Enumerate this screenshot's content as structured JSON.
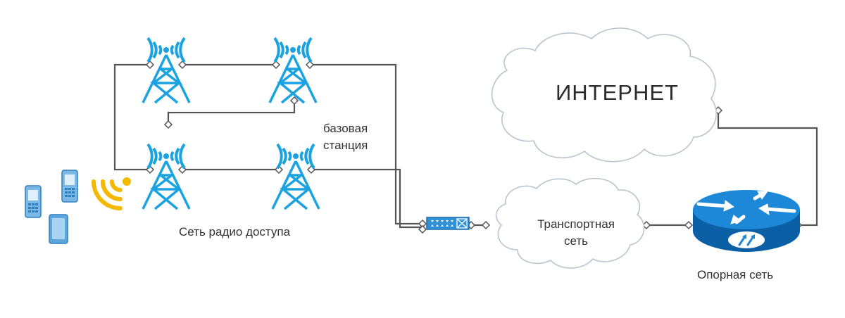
{
  "labels": {
    "base_station_line1": "базовая",
    "base_station_line2": "станция",
    "radio_network": "Сеть радио доступа",
    "transport_line1": "Транспортная",
    "transport_line2": "сеть",
    "internet": "ИНТЕРНЕТ",
    "core": "Опорная сеть"
  },
  "colors": {
    "tower": "#1aa3e0",
    "link": "#555555",
    "signal": "#f5b800",
    "cloud_stroke": "#b9c5cf",
    "router_dark": "#0b5fa5",
    "router_light": "#1e88d8",
    "switch": "#2f92d8"
  },
  "icons": [
    "cell-tower-icon",
    "mobile-phone-icon",
    "smartphone-icon",
    "wireless-signal-icon",
    "network-switch-icon",
    "router-icon",
    "cloud-icon"
  ]
}
